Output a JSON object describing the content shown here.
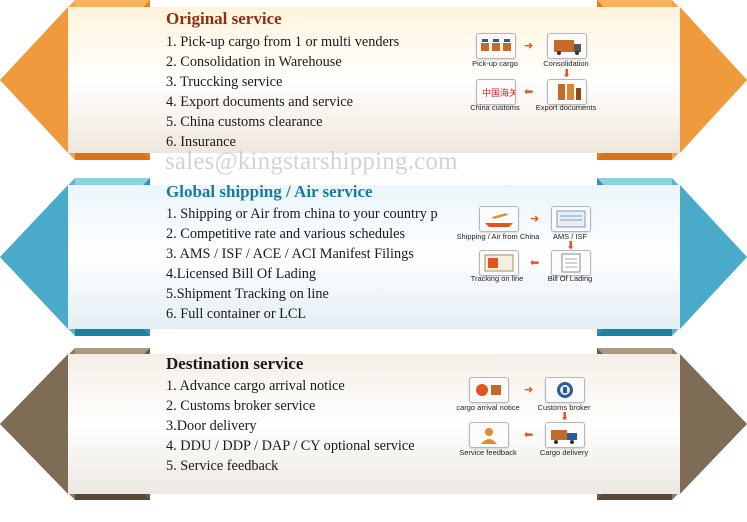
{
  "colors": {
    "original_dark": "#e67e1c",
    "original_light": "#f6b357",
    "original_title": "#8b2f12",
    "global_dark": "#2d93b4",
    "global_light": "#8fd0e4",
    "global_title": "#1b7a99",
    "destination_dark": "#6e5948",
    "destination_light": "#a99a80",
    "destination_title": "#1a1a1a",
    "arrow": "#e2541d"
  },
  "watermark": "sales@kingstarshipping.com",
  "original": {
    "title": "Original service",
    "items": [
      "1. Pick-up cargo from 1 or multi venders",
      "2. Consolidation in Warehouse",
      "3. Truccking service",
      "4. Export documents and service",
      "5. China customs clearance",
      "6. Insurance"
    ],
    "flow": {
      "step1": "Pick-up cargo",
      "step2": "Consolidation",
      "step3": "Export documents",
      "step4": "China customs"
    }
  },
  "global": {
    "title": "Global shipping / Air service",
    "items": [
      "1. Shipping or Air from china to your country p",
      "2. Competitive rate and various schedules",
      "3. AMS / ISF / ACE / ACI Manifest Filings",
      "4.Licensed Bill Of Lading",
      "5.Shipment Tracking on line",
      "6. Full container or LCL"
    ],
    "flow": {
      "step1": "Shipping / Air from China",
      "step2": "AMS / ISF",
      "step3": "Bill Of Lading",
      "step4": "Tracking on line"
    }
  },
  "destination": {
    "title": "Destination service",
    "items": [
      "1. Advance cargo arrival notice",
      "2. Customs broker service",
      "3.Door delivery",
      "4. DDU / DDP / DAP / CY optional service",
      "5. Service feedback"
    ],
    "flow": {
      "step1": "cargo arrival notice",
      "step2": "Customs broker",
      "step3": "Cargo delivery",
      "step4": "Service feedback"
    }
  }
}
